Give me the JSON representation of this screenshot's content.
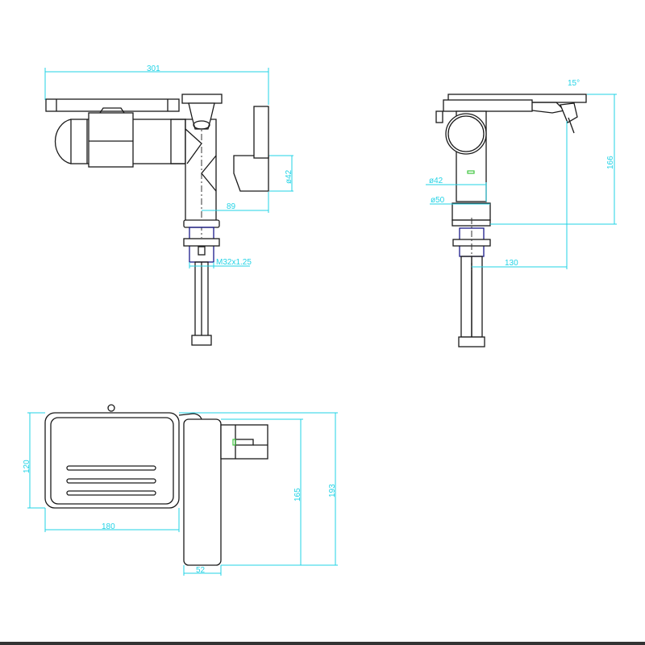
{
  "front_view": {
    "overall_width": "301",
    "spout_diameter": "ø42",
    "spout_reach": "89",
    "thread": "M32x1.25"
  },
  "side_view": {
    "angle": "15°",
    "height": "166",
    "reach": "130",
    "body_diameter": "ø42",
    "base_diameter": "ø50"
  },
  "plan_view": {
    "shelf_depth": "120",
    "shelf_width": "180",
    "handle_length": "165",
    "overall_depth": "193",
    "handle_width": "52"
  },
  "colors": {
    "dimension": "#22d3e6",
    "outline": "#1a1a1a"
  }
}
